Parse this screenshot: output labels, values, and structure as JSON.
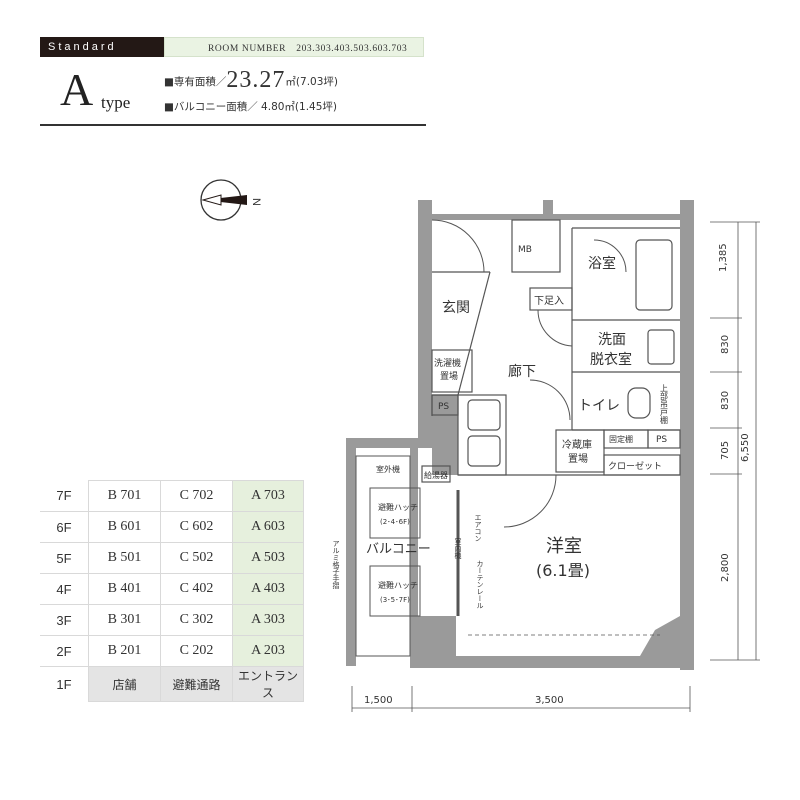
{
  "header": {
    "grade": "Standard",
    "room_numbers": "ROOM NUMBER　203.303.403.503.603.703",
    "type_letter": "A",
    "type_word": "type",
    "private_area_label": "■専有面積／",
    "private_area_value": "23.27",
    "private_area_unit": "㎡(7.03坪)",
    "balcony_area": "■バルコニー面積／ 4.80㎡(1.45坪)"
  },
  "compass": {
    "north_label": "N"
  },
  "floor_table": {
    "rows": [
      {
        "floor": "7F",
        "b": "B 701",
        "c": "C 702",
        "a": "A 703"
      },
      {
        "floor": "6F",
        "b": "B 601",
        "c": "C 602",
        "a": "A 603"
      },
      {
        "floor": "5F",
        "b": "B 501",
        "c": "C 502",
        "a": "A 503"
      },
      {
        "floor": "4F",
        "b": "B 401",
        "c": "C 402",
        "a": "A 403"
      },
      {
        "floor": "3F",
        "b": "B 301",
        "c": "C 302",
        "a": "A 303"
      },
      {
        "floor": "2F",
        "b": "B 201",
        "c": "C 202",
        "a": "A 203"
      }
    ],
    "ground": {
      "floor": "1F",
      "b": "店舗",
      "c": "避難通路",
      "a": "エントランス"
    }
  },
  "plan": {
    "rooms": {
      "mb": "MB",
      "bath": "浴室",
      "entrance": "玄関",
      "shoe_step": "下足入",
      "washroom_1": "洗面",
      "washroom_2": "脱衣室",
      "washer_1": "洗濯機",
      "washer_2": "置場",
      "hallway": "廊下",
      "ps_left": "PS",
      "toilet": "トイレ",
      "toilet_shelf": "上部吊戸棚",
      "fridge_1": "冷蔵庫",
      "fridge_2": "置場",
      "fixed_shelf": "固定棚",
      "ps_right": "PS",
      "closet": "クローゼット",
      "outdoor_unit": "室外機",
      "water_heater": "給湯器",
      "hatch_upper_1": "避難ハッチ",
      "hatch_upper_2": "(2･4･6F)",
      "hatch_lower_1": "避難ハッチ",
      "hatch_lower_2": "(3･5･7F)",
      "balcony": "バルコニー",
      "railing": "アルミ格子手摺",
      "aircon": "エアコン",
      "indoor_unit": "室内機",
      "curtain_rail": "カーテンレール",
      "western_room": "洋室",
      "western_size": "(6.1畳)"
    },
    "dims_right": [
      "1,385",
      "830",
      "830",
      "705",
      "2,800"
    ],
    "dim_total": "6,550",
    "dims_bottom": [
      "1,500",
      "3,500"
    ]
  }
}
